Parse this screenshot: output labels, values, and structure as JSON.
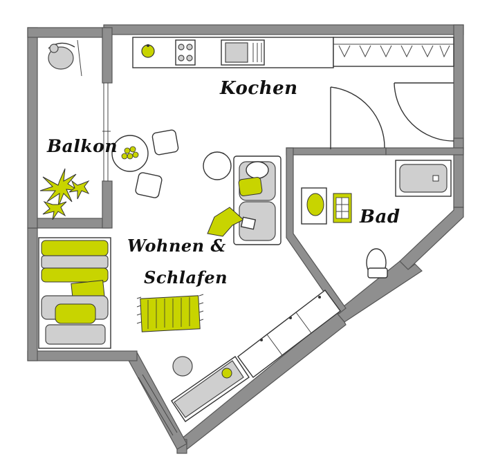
{
  "rooms": {
    "kitchen": "Kochen",
    "balcony": "Balkon",
    "living_line1": "Wohnen &",
    "living_line2": "Schlafen",
    "bath": "Bad"
  },
  "colors": {
    "accent": "#c8d400",
    "wall": "#8f8f8f",
    "furniture_grey": "#9a9a9a",
    "background": "#ffffff"
  }
}
